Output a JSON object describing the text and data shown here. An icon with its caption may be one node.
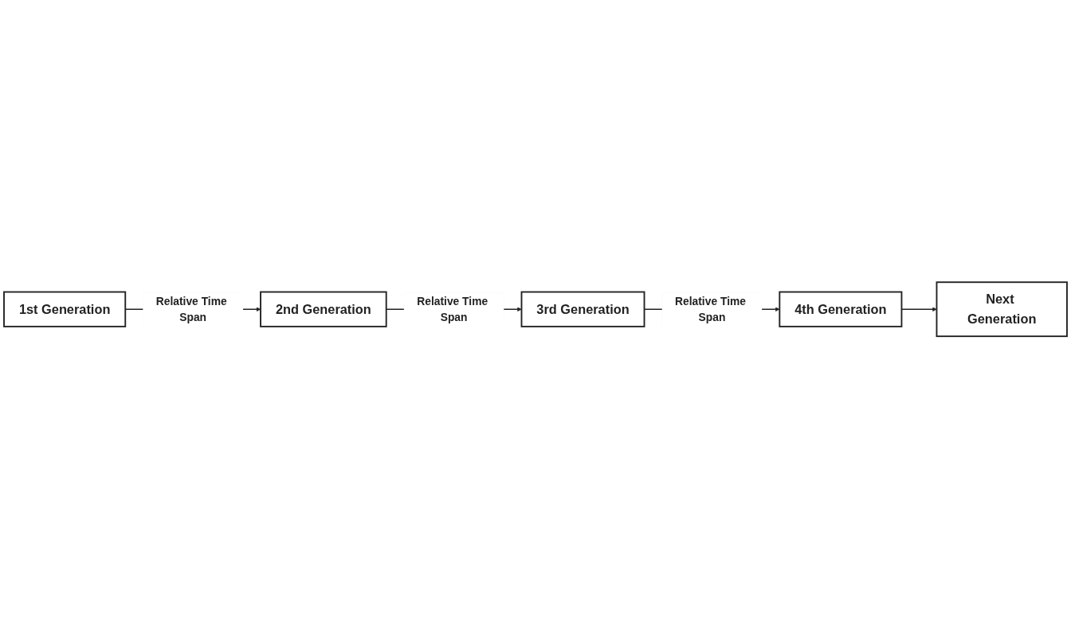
{
  "diagram": {
    "nodes": [
      {
        "text": [
          "1st Generation"
        ]
      },
      {
        "text": [
          "2nd Generation"
        ]
      },
      {
        "text": [
          "3rd Generation"
        ]
      },
      {
        "text": [
          "4th Generation"
        ]
      },
      {
        "text": [
          "Next Generation"
        ]
      }
    ],
    "edges": [
      {
        "from": 0,
        "to": 1,
        "arrow": "to",
        "label": "Relative Time Span"
      },
      {
        "from": 1,
        "to": 2,
        "arrow": "to",
        "label": "Relative Time Span"
      },
      {
        "from": 2,
        "to": 3,
        "arrow": "to",
        "label": "Relative Time Span"
      },
      {
        "from": 3,
        "to": 4,
        "arrow": "to"
      }
    ]
  }
}
